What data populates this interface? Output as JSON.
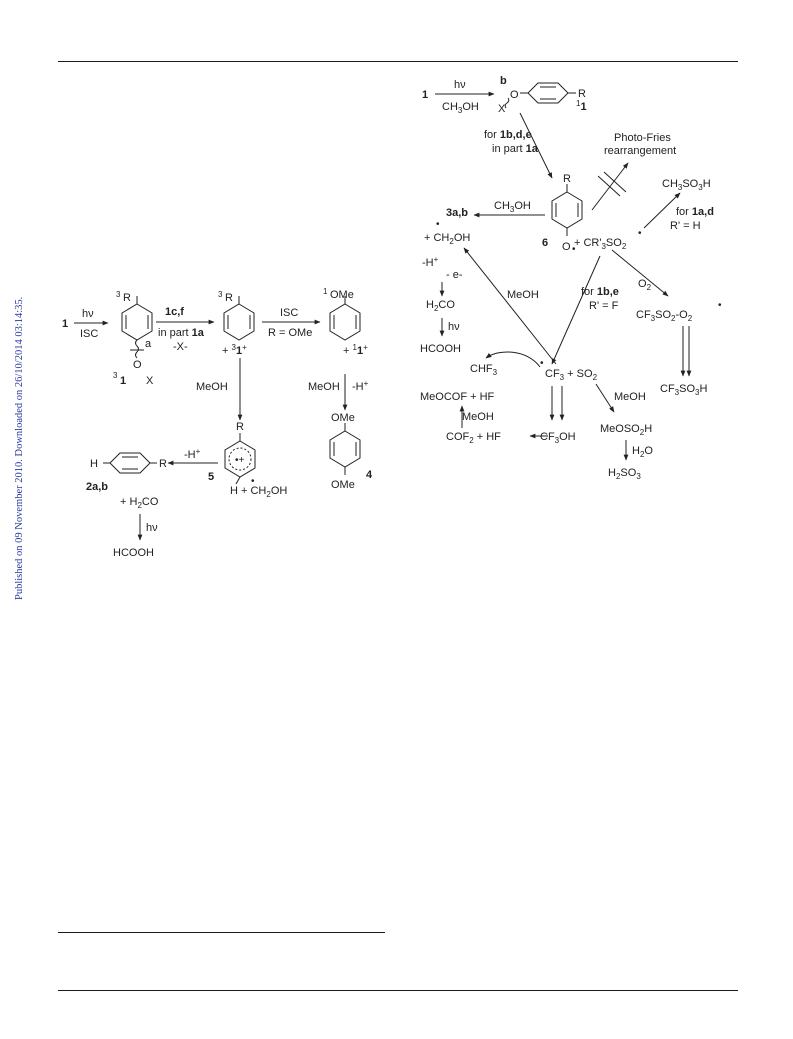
{
  "side_note": "Published on 09 November 2010. Downloaded on 26/10/2014 03:14:35.",
  "left_scheme": {
    "start_label": "1",
    "step1_above": "hν",
    "step1_below": "ISC",
    "sub_top": "R",
    "sub_top_mult": "3",
    "bond_label": "a",
    "sub_bottom": "O",
    "sub_x": "X",
    "triplet_label": "1",
    "triplet_mult": "3",
    "step2_above": "1c,f",
    "step2_mid_pre": "in part ",
    "step2_mid_bold": "1a",
    "step2_below": "-X-",
    "cation_sub": "R",
    "cation_sub_mult": "3",
    "cation_label_pre": "+ ",
    "cation_label": "1",
    "cation_mult": "3",
    "cation_charge": "+",
    "step3_above": "ISC",
    "step3_below": "R = OMe",
    "singlet_sub": "OMe",
    "singlet_sub_mult": "1",
    "singlet_label_pre": "+ ",
    "singlet_label": "1",
    "singlet_mult": "1",
    "singlet_charge": "+",
    "meoh_1": "MeOH",
    "meoh_2": "MeOH",
    "deprot_1": "-H",
    "deprot_1_sup": "+",
    "product4_top": "OMe",
    "product4_bottom": "OMe",
    "product4_label": "4",
    "arenium_sub": "R",
    "arenium_label": "5",
    "arenium_h": "H",
    "arenium_radical_pre": "+ ",
    "arenium_radical": "CH",
    "arenium_radical_sub": "2",
    "arenium_radical_post": "OH",
    "deprot_2": "-H",
    "deprot_2_sup": "+",
    "product2_h": "H",
    "product2_r": "R",
    "product2_label": "2a,b",
    "h2co_pre": "+ H",
    "h2co_sub": "2",
    "h2co_post": "CO",
    "hv_2": "hν",
    "hcooh_1": "HCOOH"
  },
  "right_scheme": {
    "start_label": "1",
    "step1_above": "hν",
    "step1_below_pre": "CH",
    "step1_below_sub": "3",
    "step1_below_post": "OH",
    "bond_label": "b",
    "ring_o": "O",
    "ring_x": "X",
    "ring_r": "R",
    "singlet_label": "1",
    "singlet_mult": "1",
    "step2_line1_pre": "for ",
    "step2_line1_bold": "1b,d,e",
    "step2_line2_pre": "in part ",
    "step2_line2_bold": "1a",
    "photo_fries_1": "Photo-Fries",
    "photo_fries_2": "rearrangement",
    "phenoxy_r": "R",
    "phenoxy_label": "6",
    "phenoxy_o": "O",
    "sulfonyl_pre": "+ CR'",
    "sulfonyl_sub1": "3",
    "sulfonyl_mid": "SO",
    "sulfonyl_sub2": "2",
    "msa_pre": "CH",
    "msa_sub1": "3",
    "msa_mid": "SO",
    "msa_sub2": "3",
    "msa_post": "H",
    "msa_cond1_pre": "for ",
    "msa_cond1_bold": "1a,d",
    "msa_cond2": "R' = H",
    "ch3oh_pre": "CH",
    "ch3oh_sub": "3",
    "ch3oh_post": "OH",
    "phenol_label": "3a,b",
    "ch2oh_pre": "+ ",
    "ch2oh": "CH",
    "ch2oh_sub": "2",
    "ch2oh_post": "OH",
    "deprot": "-H",
    "deprot_sup": "+",
    "minus_e": "- e-",
    "h2co_pre": "H",
    "h2co_sub": "2",
    "h2co_post": "CO",
    "hv": "hν",
    "hcooh": "HCOOH",
    "meoh_diag": "MeOH",
    "cond_f1_pre": "for ",
    "cond_f1_bold": "1b,e",
    "cond_f2": "R' = F",
    "o2_pre": "O",
    "o2_sub": "2",
    "peroxy_pre": "CF",
    "peroxy_sub1": "3",
    "peroxy_mid": "SO",
    "peroxy_sub2": "2",
    "peroxy_post": "-O",
    "peroxy_sub3": "2",
    "tfsa_pre": "CF",
    "tfsa_sub1": "3",
    "tfsa_mid": "SO",
    "tfsa_sub2": "3",
    "tfsa_post": "H",
    "fluoroform_pre": "CHF",
    "fluoroform_sub": "3",
    "cf3_pre": "CF",
    "cf3_sub": "3",
    "cf3_post": " + SO",
    "cf3_sub2": "2",
    "meoh_right": "MeOH",
    "meoso2h_pre": "MeOSO",
    "meoso2h_sub": "2",
    "meoso2h_post": "H",
    "h2o_pre": "H",
    "h2o_sub": "2",
    "h2o_post": "O",
    "h2so3_pre": "H",
    "h2so3_sub1": "2",
    "h2so3_mid": "SO",
    "h2so3_sub2": "3",
    "meocof": "MeOCOF + HF",
    "meoh_cof": "MeOH",
    "cof2_pre": "COF",
    "cof2_sub": "2",
    "cof2_post": " + HF",
    "cf3oh_pre": "CF",
    "cf3oh_sub": "3",
    "cf3oh_post": "OH"
  }
}
